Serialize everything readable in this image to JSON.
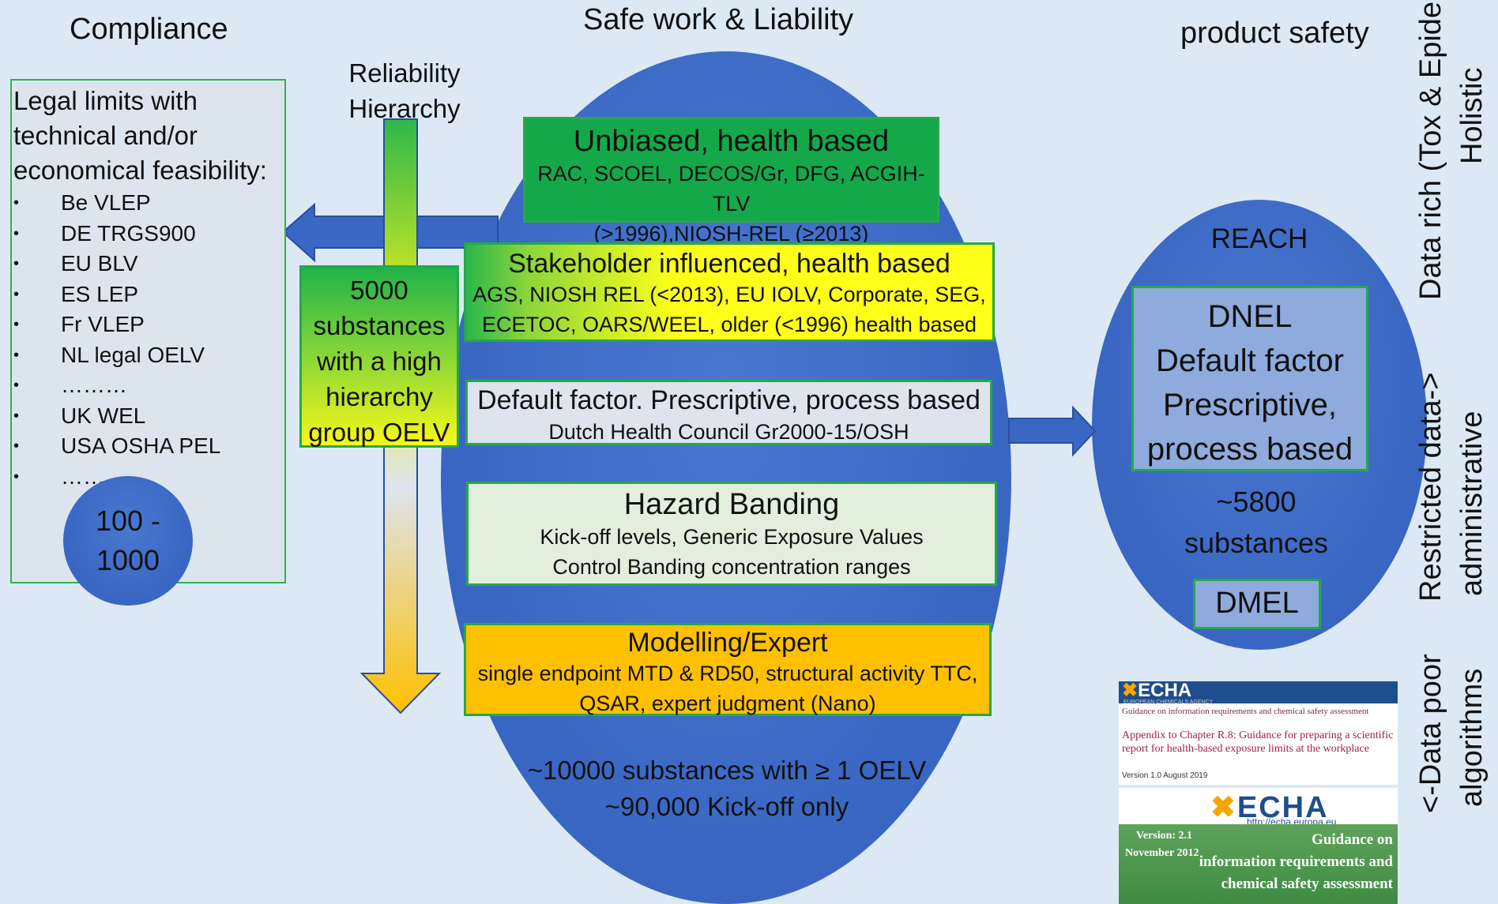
{
  "headers": {
    "compliance": "Compliance",
    "safe_work": "Safe work  & Liability",
    "product_safety": "product  safety"
  },
  "compliance_box": {
    "heading_lines": [
      "Legal limits with",
      "technical and/or",
      "economical  feasibility:"
    ],
    "items": [
      "Be VLEP",
      "DE TRGS900",
      "EU BLV",
      "ES LEP",
      "Fr VLEP",
      "NL legal OELV",
      "………",
      "UK WEL",
      "USA OSHA PEL",
      "……."
    ],
    "count_lines": [
      "100 -",
      "1000"
    ]
  },
  "reliability": {
    "label_lines": [
      "Reliability",
      "Hierarchy"
    ],
    "group_lines": [
      "5000",
      "substances",
      "with a high",
      "hierarchy",
      "group OELV"
    ]
  },
  "tiers": [
    {
      "title": "Unbiased, health based",
      "sub": [
        "RAC, SCOEL, DECOS/Gr, DFG, ACGIH-TLV",
        "(>1996),NIOSH-REL (≥2013)"
      ],
      "color": "#14a84a"
    },
    {
      "title": "Stakeholder influenced, health based",
      "sub": [
        "AGS, NIOSH REL (<2013), EU IOLV, Corporate, SEG,",
        "ECETOC, OARS/WEEL, older (<1996) health based"
      ],
      "color": "#ffff1a"
    },
    {
      "title": "Default factor. Prescriptive, process based",
      "sub": [
        "Dutch Health Council Gr2000-15/OSH"
      ],
      "color": "#dde4ee"
    },
    {
      "title": "Hazard Banding",
      "sub": [
        "Kick-off levels, Generic Exposure Values",
        "Control Banding concentration ranges"
      ],
      "color": "#e2efdc"
    },
    {
      "title": "Modelling/Expert",
      "sub": [
        "single endpoint MTD & RD50, structural activity TTC,",
        "QSAR, expert judgment (Nano)"
      ],
      "color": "#ffc000"
    }
  ],
  "center_footer": [
    "~10000 substances with ≥ 1 OELV",
    "~90,000 Kick-off only"
  ],
  "reach": {
    "title": "REACH",
    "box_lines": [
      "DNEL",
      "Default factor",
      "Prescriptive,",
      "process based"
    ],
    "count_lines": [
      "~5800",
      "substances"
    ],
    "dmel": "DMEL"
  },
  "side_labels": {
    "rich_lines": [
      "Data rich (Tox & Epide",
      "Holistic"
    ],
    "restricted_lines": [
      "Restricted data->",
      "administrative"
    ],
    "poor_lines": [
      "<-Data poor",
      "algorithms"
    ]
  },
  "echa_doc_1": {
    "logo": "ECHA",
    "agency": "EUROPEAN CHEMICALS AGENCY",
    "guidance": "Guidance on information requirements and chemical safety assessment",
    "title": "Appendix to Chapter R.8: Guidance for preparing a scientific report for health-based exposure limits at the workplace",
    "version": "Version 1.0  August 2019"
  },
  "echa_doc_2": {
    "logo": "ECHA",
    "url": "http://echa.europa.eu",
    "version_lines": [
      "Version: 2.1",
      "November 2012"
    ],
    "title_lines": [
      "Guidance on",
      "information requirements and",
      "chemical safety assessment"
    ]
  },
  "colors": {
    "background": "#dce9f4",
    "ellipse_blue": "#3f6cc7",
    "box_border_green": "#26a84a",
    "arrow_blue": "#3a66c4"
  }
}
